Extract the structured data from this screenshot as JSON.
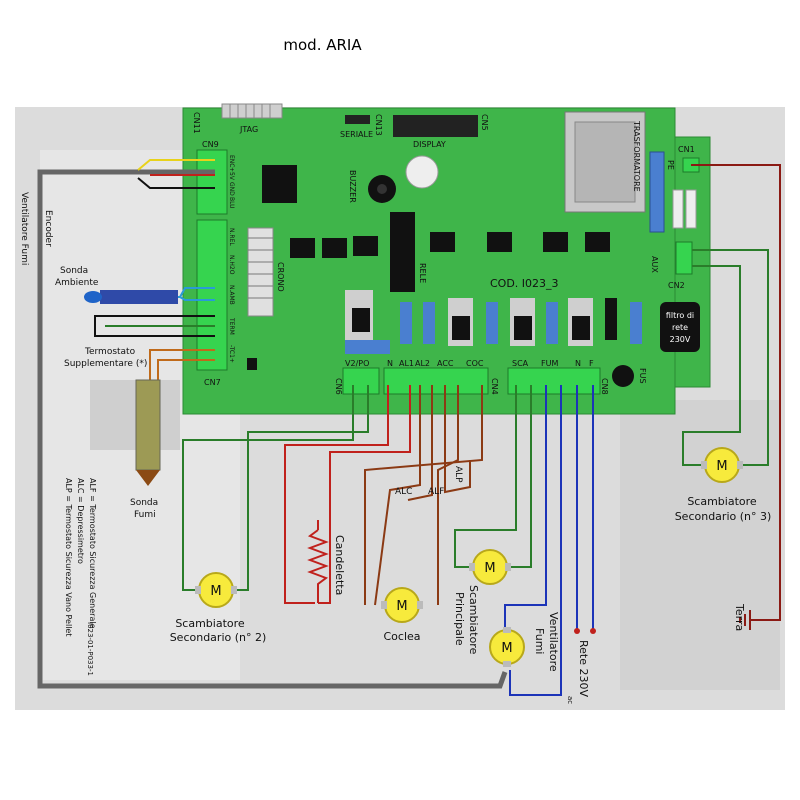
{
  "title": "mod. ARIA",
  "board": {
    "code": "COD. I023_3",
    "connectors": {
      "cn1": "CN1",
      "cn2": "CN2",
      "cn4": "CN4",
      "cn5": "CN5",
      "cn6": "CN6",
      "cn7": "CN7",
      "cn8": "CN8",
      "cn9": "CN9",
      "cn11": "CN11",
      "cn13": "CN13"
    },
    "jtag": "JTAG",
    "seriale": "SERIALE",
    "display": "DISPLAY",
    "trasformatore": "TRASFORMATORE",
    "buzzer": "BUZZER",
    "rele": "RELE",
    "crono": "CRONO",
    "aux": "AUX",
    "pe": "PE",
    "fus": "FUS",
    "filtro": [
      "filtro di",
      "rete",
      "230V"
    ],
    "cn9_pins": [
      "ENC",
      "+5V",
      "GND",
      "BLU"
    ],
    "cn7_pins": [
      "N.REL",
      "N.H2O",
      "N.AMB",
      "TERM",
      "-TC1+"
    ],
    "terminals": {
      "v2po": "V2/PO",
      "n1": "N",
      "al1": "AL1",
      "al2": "AL2",
      "acc": "ACC",
      "coc": "COC",
      "sca": "SCA",
      "fum": "FUM",
      "n2": "N",
      "f": "F"
    }
  },
  "labels": {
    "ventilatore_fumi_left": "Ventilatore Fumi",
    "encoder": "Encoder",
    "sonda_ambiente": [
      "Sonda",
      "Ambiente"
    ],
    "termostato": [
      "Termostato",
      "Supplementare (*)"
    ],
    "sonda_fumi": [
      "Sonda",
      "Fumi"
    ],
    "alc": "ALC",
    "alf": "ALF",
    "alp": "ALP",
    "candeletta": "Candeletta",
    "scambiatore2": [
      "Scambiatore",
      "Secondario (n° 2)"
    ],
    "coclea": "Coclea",
    "scambiatore_principale": [
      "Scambiatore",
      "Principale"
    ],
    "ventilatore_fumi": [
      "Ventilatore",
      "Fumi"
    ],
    "rete": "Rete 230V",
    "rete_sub": "ac",
    "scambiatore3": [
      "Scambiatore",
      "Secondario (n° 3)"
    ],
    "terra": "Terra",
    "legend": [
      "ALF = Termostato Sicurezza Generale",
      "ALC = Depressimetro",
      "ALP = Termostato Sicurezza Vano Pellet"
    ],
    "doc_code": "I023-01-P033-1",
    "motor_letter": "M"
  },
  "colors": {
    "pcb": "#3fb54a",
    "terminal": "#36d44f",
    "blue_cap": "#4a7fd0",
    "wire_green": "#2a7d2a",
    "wire_red": "#c0211c",
    "wire_brown": "#8b3a14",
    "wire_blue": "#1c34b8",
    "wire_gray": "#666666",
    "motor": "#f7ea3c"
  }
}
